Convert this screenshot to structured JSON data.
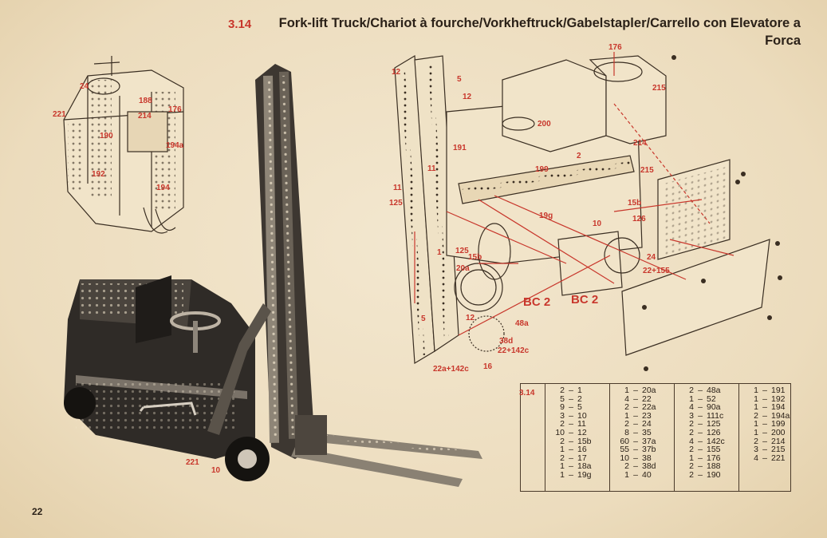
{
  "header": {
    "model_number": "3.14",
    "title": "Fork-lift Truck/Chariot à fourche/Vorkheftruck/Gabelstapler/Carrello con Elevatore a Forca"
  },
  "page_number": "22",
  "labels": {
    "inset": [
      "24",
      "188",
      "176",
      "221",
      "214",
      "190",
      "194a",
      "192",
      "194"
    ],
    "photo": [
      "221",
      "10"
    ],
    "exploded": [
      "176",
      "12",
      "5",
      "12",
      "215",
      "200",
      "191",
      "214",
      "2",
      "11",
      "199",
      "215",
      "11",
      "125",
      "19g",
      "15b",
      "10",
      "126",
      "1",
      "20a",
      "125",
      "15b",
      "24",
      "22+155",
      "BC 2",
      "BC 2",
      "5",
      "12",
      "48a",
      "38d",
      "22+142c",
      "22a+142c",
      "16"
    ]
  },
  "parts_table": {
    "model_tag": "3.14",
    "columns": [
      [
        [
          "2",
          "1"
        ],
        [
          "5",
          "2"
        ],
        [
          "9",
          "5"
        ],
        [
          "3",
          "10"
        ],
        [
          "2",
          "11"
        ],
        [
          "10",
          "12"
        ],
        [
          "2",
          "15b"
        ],
        [
          "1",
          "16"
        ],
        [
          "2",
          "17"
        ],
        [
          "1",
          "18a"
        ],
        [
          "1",
          "19g"
        ]
      ],
      [
        [
          "1",
          "20a"
        ],
        [
          "4",
          "22"
        ],
        [
          "2",
          "22a"
        ],
        [
          "1",
          "23"
        ],
        [
          "2",
          "24"
        ],
        [
          "8",
          "35"
        ],
        [
          "60",
          "37a"
        ],
        [
          "55",
          "37b"
        ],
        [
          "10",
          "38"
        ],
        [
          "2",
          "38d"
        ],
        [
          "1",
          "40"
        ]
      ],
      [
        [
          "2",
          "48a"
        ],
        [
          "1",
          "52"
        ],
        [
          "4",
          "90a"
        ],
        [
          "3",
          "111c"
        ],
        [
          "2",
          "125"
        ],
        [
          "2",
          "126"
        ],
        [
          "4",
          "142c"
        ],
        [
          "2",
          "155"
        ],
        [
          "1",
          "176"
        ],
        [
          "2",
          "188"
        ],
        [
          "2",
          "190"
        ]
      ],
      [
        [
          "1",
          "191"
        ],
        [
          "1",
          "192"
        ],
        [
          "1",
          "194"
        ],
        [
          "2",
          "194a"
        ],
        [
          "1",
          "199"
        ],
        [
          "1",
          "200"
        ],
        [
          "2",
          "214"
        ],
        [
          "3",
          "215"
        ],
        [
          "4",
          "221"
        ]
      ]
    ]
  },
  "colors": {
    "accent": "#c8372c",
    "ink": "#2b2118",
    "paper": "#efe1c6"
  }
}
